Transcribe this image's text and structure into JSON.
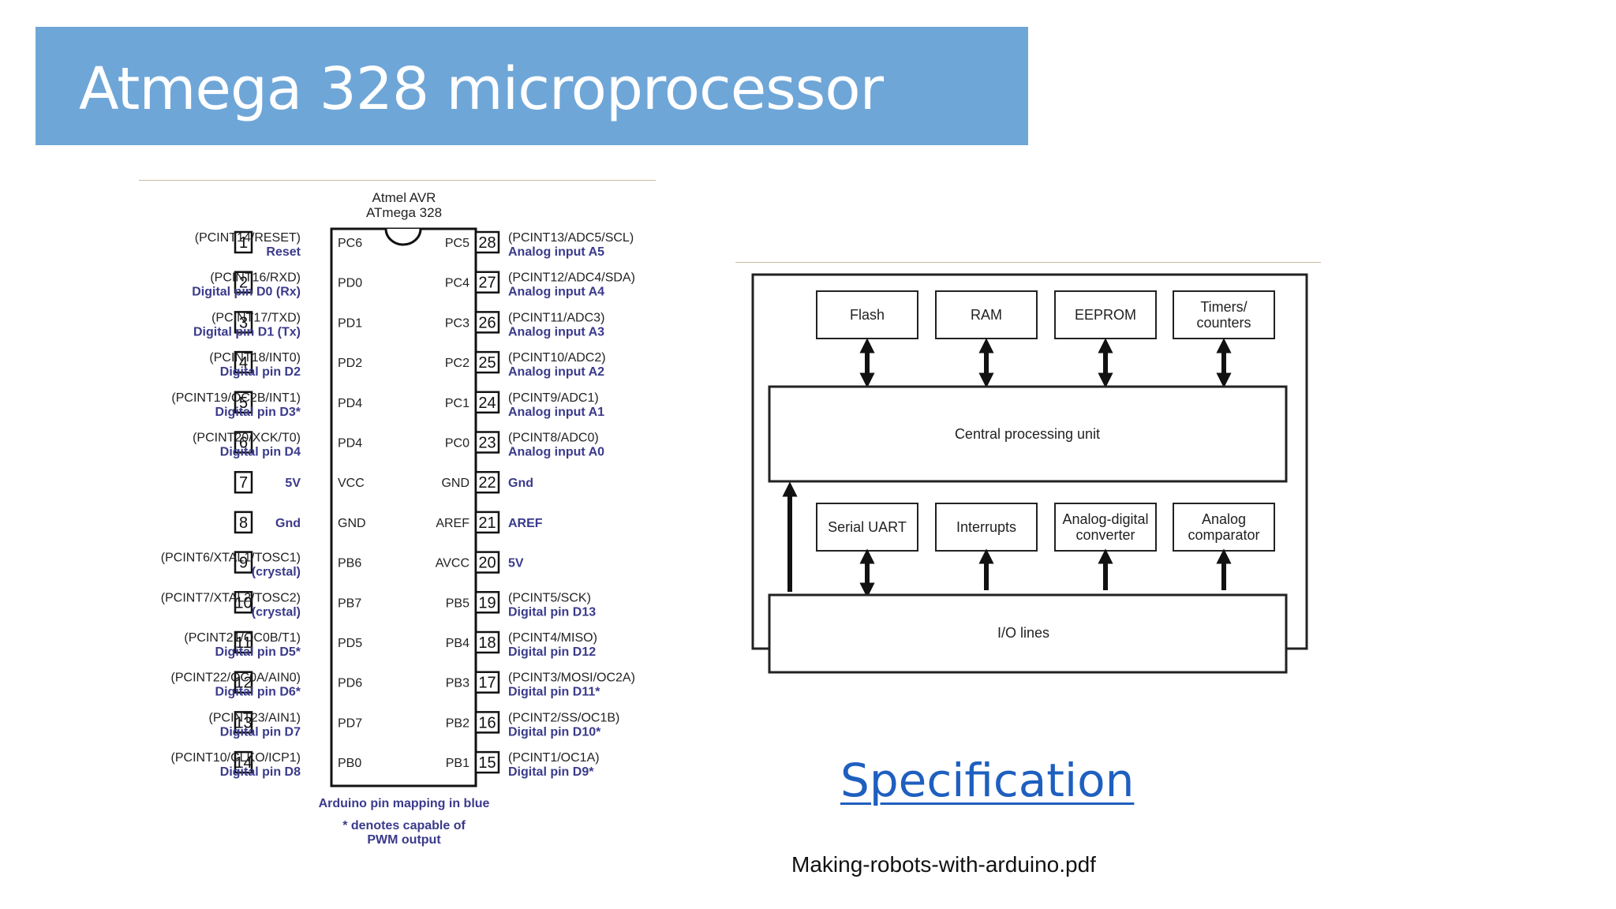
{
  "slide": {
    "title": "Atmega 328 microprocessor",
    "link_label": "Specification",
    "source_caption": "Making-robots-with-arduino.pdf",
    "title_bar_color": "#6fa6d8",
    "link_color": "#1e5fbf",
    "arduino_label_color": "#3a3a8c"
  },
  "pinout": {
    "header_line1": "Atmel AVR",
    "header_line2": "ATmega 328",
    "left_pins": [
      {
        "num": "1",
        "name": "PC6",
        "alt": "(PCINT14/RESET)",
        "arduino": "Reset"
      },
      {
        "num": "2",
        "name": "PD0",
        "alt": "(PCINT16/RXD)",
        "arduino": "Digital pin D0 (Rx)"
      },
      {
        "num": "3",
        "name": "PD1",
        "alt": "(PCINT17/TXD)",
        "arduino": "Digital pin D1 (Tx)"
      },
      {
        "num": "4",
        "name": "PD2",
        "alt": "(PCINT18/INT0)",
        "arduino": "Digital pin D2"
      },
      {
        "num": "5",
        "name": "PD4",
        "alt": "(PCINT19/OC2B/INT1)",
        "arduino": "Digital pin D3*"
      },
      {
        "num": "6",
        "name": "PD4",
        "alt": "(PCINT20/XCK/T0)",
        "arduino": "Digital pin D4"
      },
      {
        "num": "7",
        "name": "VCC",
        "alt": "",
        "arduino": "5V"
      },
      {
        "num": "8",
        "name": "GND",
        "alt": "",
        "arduino": "Gnd"
      },
      {
        "num": "9",
        "name": "PB6",
        "alt": "(PCINT6/XTAL1/TOSC1)",
        "arduino": "(crystal)"
      },
      {
        "num": "10",
        "name": "PB7",
        "alt": "(PCINT7/XTAL2/TOSC2)",
        "arduino": "(crystal)"
      },
      {
        "num": "11",
        "name": "PD5",
        "alt": "(PCINT21/OC0B/T1)",
        "arduino": "Digital pin D5*"
      },
      {
        "num": "12",
        "name": "PD6",
        "alt": "(PCINT22/OC0A/AIN0)",
        "arduino": "Digital pin D6*"
      },
      {
        "num": "13",
        "name": "PD7",
        "alt": "(PCINT23/AIN1)",
        "arduino": "Digital pin D7"
      },
      {
        "num": "14",
        "name": "PB0",
        "alt": "(PCINT10/CLKO/ICP1)",
        "arduino": "Digital pin D8"
      }
    ],
    "right_pins": [
      {
        "num": "28",
        "name": "PC5",
        "alt": "(PCINT13/ADC5/SCL)",
        "arduino": "Analog input A5"
      },
      {
        "num": "27",
        "name": "PC4",
        "alt": "(PCINT12/ADC4/SDA)",
        "arduino": "Analog input A4"
      },
      {
        "num": "26",
        "name": "PC3",
        "alt": "(PCINT11/ADC3)",
        "arduino": "Analog input A3"
      },
      {
        "num": "25",
        "name": "PC2",
        "alt": "(PCINT10/ADC2)",
        "arduino": "Analog input A2"
      },
      {
        "num": "24",
        "name": "PC1",
        "alt": "(PCINT9/ADC1)",
        "arduino": "Analog input A1"
      },
      {
        "num": "23",
        "name": "PC0",
        "alt": "(PCINT8/ADC0)",
        "arduino": "Analog input A0"
      },
      {
        "num": "22",
        "name": "GND",
        "alt": "",
        "arduino": "Gnd"
      },
      {
        "num": "21",
        "name": "AREF",
        "alt": "",
        "arduino": "AREF"
      },
      {
        "num": "20",
        "name": "AVCC",
        "alt": "",
        "arduino": "5V"
      },
      {
        "num": "19",
        "name": "PB5",
        "alt": "(PCINT5/SCK)",
        "arduino": "Digital pin D13"
      },
      {
        "num": "18",
        "name": "PB4",
        "alt": "(PCINT4/MISO)",
        "arduino": "Digital pin D12"
      },
      {
        "num": "17",
        "name": "PB3",
        "alt": "(PCINT3/MOSI/OC2A)",
        "arduino": "Digital pin D11*"
      },
      {
        "num": "16",
        "name": "PB2",
        "alt": "(PCINT2/SS/OC1B)",
        "arduino": "Digital pin D10*"
      },
      {
        "num": "15",
        "name": "PB1",
        "alt": "(PCINT1/OC1A)",
        "arduino": "Digital pin D9*"
      }
    ],
    "footnote_line1": "Arduino pin mapping in blue",
    "footnote_line2": "* denotes capable of",
    "footnote_line3": "PWM output"
  },
  "block_diagram": {
    "memory_blocks": [
      {
        "lines": [
          "Flash"
        ]
      },
      {
        "lines": [
          "RAM"
        ]
      },
      {
        "lines": [
          "EEPROM"
        ]
      },
      {
        "lines": [
          "Timers/",
          "counters"
        ]
      }
    ],
    "cpu_label": "Central processing unit",
    "peripheral_blocks": [
      {
        "lines": [
          "Serial UART"
        ]
      },
      {
        "lines": [
          "Interrupts"
        ]
      },
      {
        "lines": [
          "Analog-digital",
          "converter"
        ]
      },
      {
        "lines": [
          "Analog",
          "comparator"
        ]
      }
    ],
    "io_label": "I/O lines"
  }
}
